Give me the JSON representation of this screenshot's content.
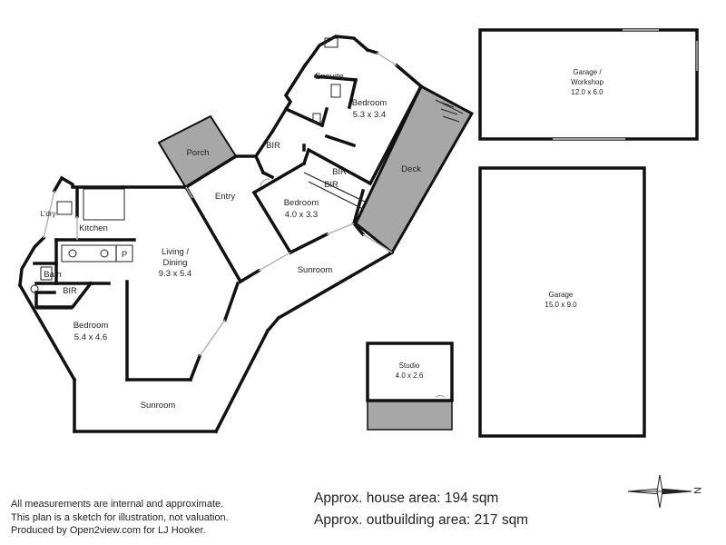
{
  "rooms": {
    "ensuite": "Ensuite",
    "bedroom1": {
      "name": "Bedroom",
      "size": "5.3 x 3.4"
    },
    "bir1": "BIR",
    "porch": "Porch",
    "entry": "Entry",
    "bir2": "BIR",
    "bir3": "BIR",
    "bedroom2": {
      "name": "Bedroom",
      "size": "4.0 x 3.3"
    },
    "deck": "Deck",
    "laundry": "L'dry",
    "kitchen": "Kitchen",
    "pantry": "P",
    "living": {
      "name_line1": "Living /",
      "name_line2": "Dining",
      "size": "9.3 x 5.4"
    },
    "bath": "Bath",
    "bir4": "BIR",
    "bedroom3": {
      "name": "Bedroom",
      "size": "5.4 x 4.6"
    },
    "sunroom_upper": "Sunroom",
    "sunroom_lower": "Sunroom",
    "garage_workshop": {
      "name_line1": "Garage /",
      "name_line2": "Workshop",
      "size": "12.0 x 6.0"
    },
    "garage": {
      "name": "Garage",
      "size": "15.0 x 9.0"
    },
    "studio": {
      "name": "Studio",
      "size": "4.0 x 2.6"
    }
  },
  "compass": {
    "label": "N",
    "icon": "compass-icon"
  },
  "disclaimer": [
    "All measurements are internal and approximate.",
    "This plan is a sketch for illustration, not valuation.",
    "Produced by Open2view.com for LJ Hooker."
  ],
  "areas": {
    "house": "Approx. house area: 194 sqm",
    "outbuilding": "Approx. outbuilding area: 217 sqm"
  },
  "colors": {
    "wall": "#111111",
    "shaded": "#a7a7a7",
    "window": "#b5b5b5"
  }
}
